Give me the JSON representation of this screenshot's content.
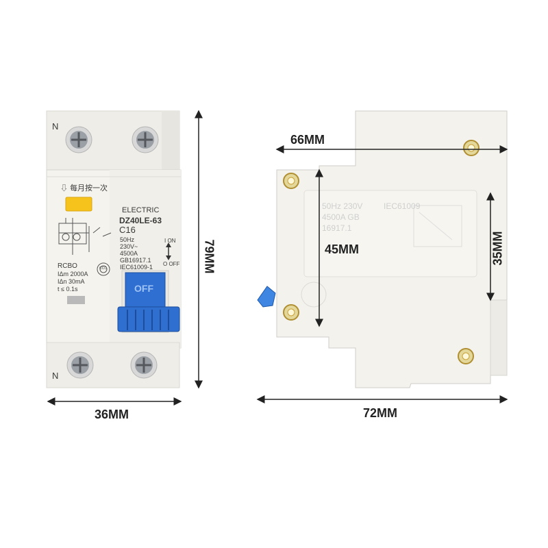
{
  "front": {
    "terminal_top_label": "N",
    "terminal_bottom_label": "N",
    "test_instruction": "每月按一次",
    "brand": "ELECTRIC",
    "model": "DZ40LE-63",
    "rating": "C16",
    "specs": [
      "50Hz",
      "230V~",
      "4500A",
      "GB16917.1",
      "IEC61009-1"
    ],
    "rcbo": "RCBO",
    "ratings": [
      "IΔm 2000A",
      "IΔn 30mA",
      "t ≤ 0.1s"
    ],
    "switch_on": "I ON",
    "switch_off": "O OFF",
    "lever_text": "OFF",
    "cert_mark": "CCC"
  },
  "side": {
    "faint_text": [
      "50Hz 230V",
      "4500A GB",
      "16917.1",
      "IEC61009"
    ]
  },
  "dimensions": {
    "width_front": "36MM",
    "height_front": "79MM",
    "width_side": "72MM",
    "width_side_inner": "66MM",
    "height_side_rail": "45MM",
    "height_side_slot": "35MM"
  },
  "colors": {
    "body": "#f3f2ed",
    "lever": "#2e6fd0",
    "test_button": "#f6c31d",
    "screw_gold": "#c8a23a"
  }
}
